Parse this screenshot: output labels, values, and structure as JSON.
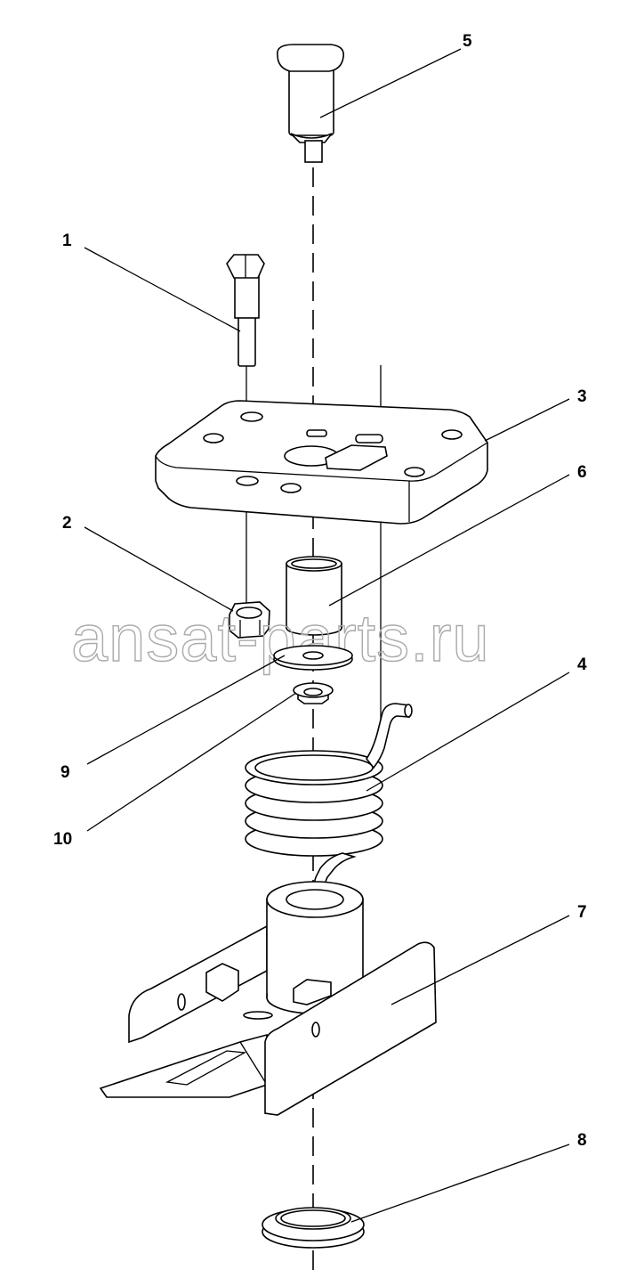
{
  "diagram": {
    "watermark": "ansat-parts.ru",
    "callouts": [
      {
        "id": "5",
        "label": "5"
      },
      {
        "id": "1",
        "label": "1"
      },
      {
        "id": "3",
        "label": "3"
      },
      {
        "id": "6",
        "label": "6"
      },
      {
        "id": "2",
        "label": "2"
      },
      {
        "id": "4",
        "label": "4"
      },
      {
        "id": "9",
        "label": "9"
      },
      {
        "id": "10",
        "label": "10"
      },
      {
        "id": "7",
        "label": "7"
      },
      {
        "id": "8",
        "label": "8"
      }
    ]
  }
}
